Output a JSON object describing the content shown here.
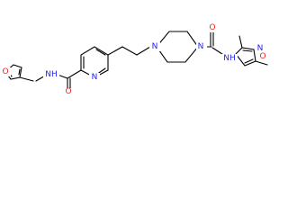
{
  "molecule": {
    "atom_labels": [
      {
        "id": "n_pyridine",
        "text": "N",
        "color": "#2020ff"
      },
      {
        "id": "n_piperazine_top",
        "text": "N",
        "color": "#2020ff"
      },
      {
        "id": "n_piperazine_bottom",
        "text": "N",
        "color": "#2020ff"
      },
      {
        "id": "o_furan",
        "text": "O",
        "color": "#ff2020"
      },
      {
        "id": "nh_amide_left",
        "text": "NH",
        "color": "#2020ff"
      },
      {
        "id": "o_amide_left",
        "text": "O",
        "color": "#ff2020"
      },
      {
        "id": "o_amide_right",
        "text": "O",
        "color": "#ff2020"
      },
      {
        "id": "nh_amide_right",
        "text": "NH",
        "color": "#2020ff"
      },
      {
        "id": "n_isoxazole",
        "text": "N",
        "color": "#2020ff"
      },
      {
        "id": "o_isoxazole",
        "text": "O",
        "color": "#ff2020"
      }
    ]
  }
}
